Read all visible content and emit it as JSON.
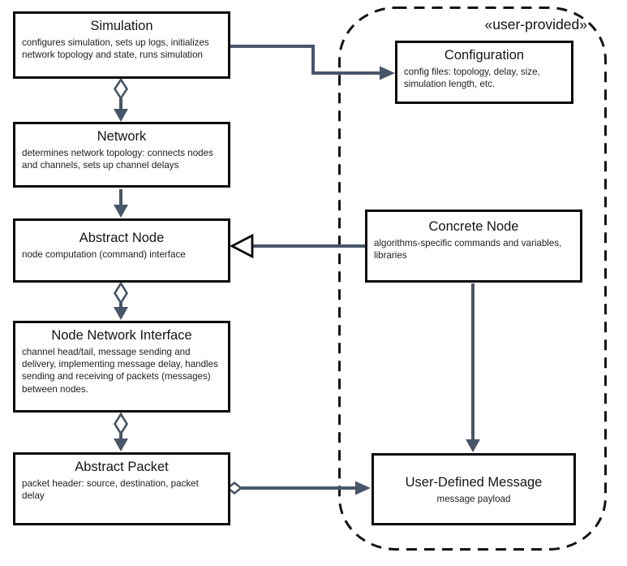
{
  "group": {
    "label": "«user-provided»"
  },
  "nodes": {
    "simulation": {
      "title": "Simulation",
      "desc": "configures simulation, sets up logs, initializes network topology and state, runs simulation"
    },
    "network": {
      "title": "Network",
      "desc": "determines network topology: connects nodes and channels, sets up channel delays"
    },
    "abstract_node": {
      "title": "Abstract Node",
      "desc": "node computation (command) interface"
    },
    "node_network_interface": {
      "title": "Node Network Interface",
      "desc": "channel head/tail, message sending and delivery, implementing message delay, handles sending and receiving of packets (messages) between nodes."
    },
    "abstract_packet": {
      "title": "Abstract Packet",
      "desc": "packet header: source, destination, packet delay"
    },
    "configuration": {
      "title": "Configuration",
      "desc": "config files: topology, delay, size, simulation length, etc."
    },
    "concrete_node": {
      "title": "Concrete Node",
      "desc": "algorithms-specific commands and variables, libraries"
    },
    "user_defined_message": {
      "title": "User-Defined Message",
      "desc": "message payload"
    }
  },
  "edges": [
    {
      "from": "Simulation",
      "to": "Configuration",
      "type": "directed-arrow"
    },
    {
      "from": "Simulation",
      "to": "Network",
      "type": "aggregation-diamond-arrow"
    },
    {
      "from": "Network",
      "to": "Abstract Node",
      "type": "directed-arrow"
    },
    {
      "from": "Abstract Node",
      "to": "Node Network Interface",
      "type": "aggregation-diamond-arrow"
    },
    {
      "from": "Node Network Interface",
      "to": "Abstract Packet",
      "type": "aggregation-diamond-arrow"
    },
    {
      "from": "Concrete Node",
      "to": "Abstract Node",
      "type": "generalization-hollow-triangle"
    },
    {
      "from": "Concrete Node",
      "to": "User-Defined Message",
      "type": "directed-arrow"
    },
    {
      "from": "Abstract Packet",
      "to": "User-Defined Message",
      "type": "aggregation-diamond-arrow"
    }
  ],
  "colors": {
    "connector": "#485669",
    "box_border": "#0a0a0a",
    "box_fill": "#ffffff",
    "dashed_group_border": "#141414",
    "background": "#ffffff",
    "text": "#1a1a1a"
  }
}
